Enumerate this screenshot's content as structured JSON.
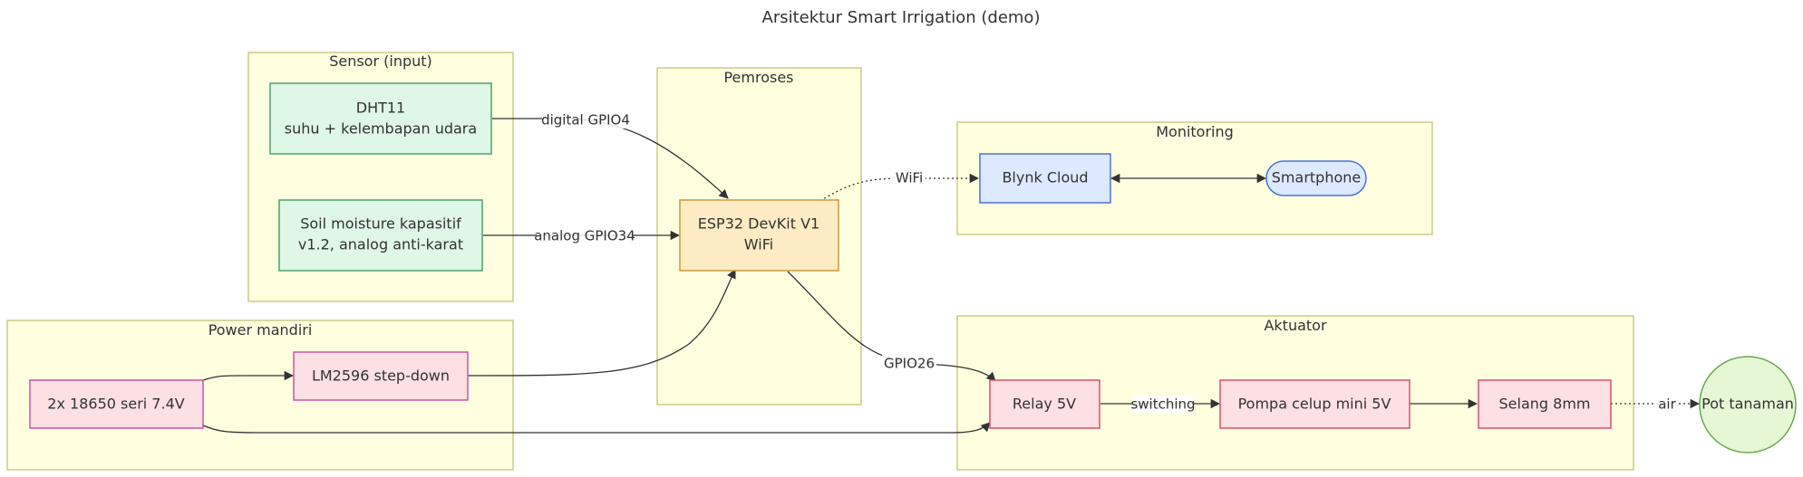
{
  "title": "Arsitektur Smart Irrigation (demo)",
  "groups": {
    "sensor": "Sensor (input)",
    "pemroses": "Pemroses",
    "monitoring": "Monitoring",
    "power": "Power mandiri",
    "aktuator": "Aktuator"
  },
  "nodes": {
    "dht11": {
      "line1": "DHT11",
      "line2": "suhu + kelembapan udara"
    },
    "soil": {
      "line1": "Soil moisture kapasitif",
      "line2": "v1.2, analog anti-karat"
    },
    "esp32": {
      "line1": "ESP32 DevKit V1",
      "line2": "WiFi"
    },
    "blynk": {
      "line1": "Blynk Cloud"
    },
    "phone": {
      "line1": "Smartphone"
    },
    "battery": {
      "line1": "2x 18650 seri 7.4V"
    },
    "lm2596": {
      "line1": "LM2596 step-down"
    },
    "relay": {
      "line1": "Relay 5V"
    },
    "pump": {
      "line1": "Pompa celup mini 5V"
    },
    "hose": {
      "line1": "Selang 8mm"
    },
    "pot": {
      "line1": "Pot tanaman"
    }
  },
  "edges": {
    "dht_esp": "digital GPIO4",
    "soil_esp": "analog GPIO34",
    "esp_blynk": "WiFi",
    "esp_relay": "GPIO26",
    "relay_pump": "switching",
    "hose_pot": "air"
  },
  "colors": {
    "sensor_fill": "#dff7e6",
    "sensor_stroke": "#4aa36a",
    "esp_fill": "#fdebc3",
    "esp_stroke": "#c99a3a",
    "cloud_fill": "#dce9ff",
    "cloud_stroke": "#4a74d6",
    "act_fill": "#fde0e3",
    "act_stroke": "#d9506b",
    "power_stroke": "#c855a6",
    "pot_fill": "#e6f7d6",
    "pot_stroke": "#6aa84f"
  }
}
